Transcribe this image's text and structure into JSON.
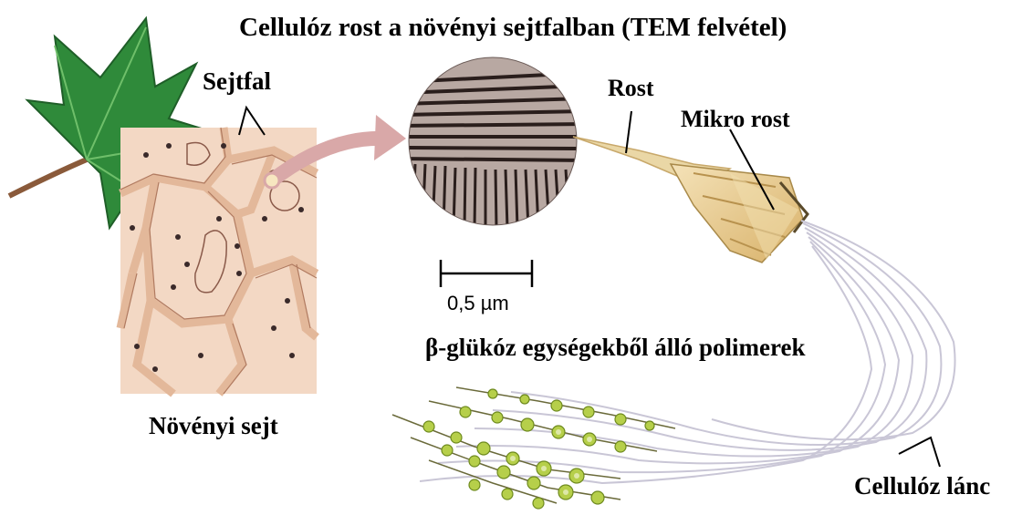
{
  "title": "Cellulóz rost a növényi sejtfalban (TEM felvétel)",
  "labels": {
    "cell_wall": "Sejtfal",
    "plant_cell": "Növényi sejt",
    "fiber": "Rost",
    "microfiber": "Mikro rost",
    "scale_bar": "0,5 µm",
    "polymers": "β-glükóz egységekből álló polimerek",
    "cellulose_chain": "Cellulóz lánc"
  },
  "colors": {
    "leaf": "#2f8a3a",
    "cell_fill": "#f3d8c4",
    "cell_wall": "#e3b89a",
    "arrow": "#d9a8a8",
    "fiber": "#e8c98a",
    "chain": "#c9c6d6",
    "glucose": "#a8c43a"
  }
}
